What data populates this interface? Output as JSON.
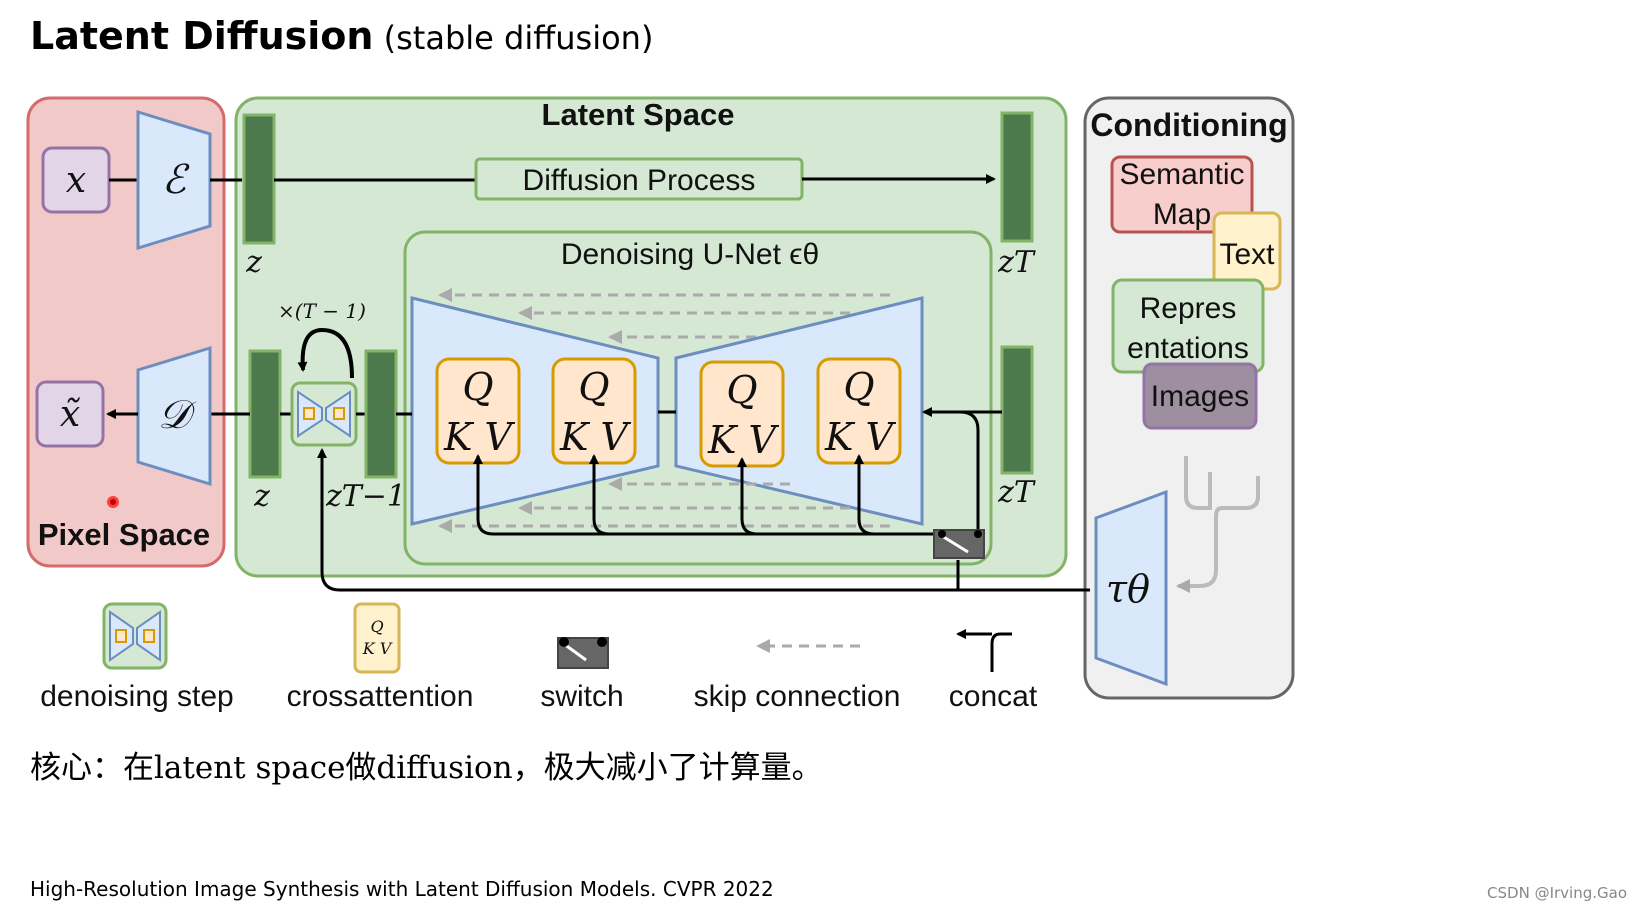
{
  "slide": {
    "title_bold": "Latent Diffusion",
    "title_sub": " (stable diffusion)",
    "note": "核心：在latent space做diffusion，极大减小了计算量。",
    "citation": "High-Resolution Image Synthesis with Latent Diffusion Models.  CVPR 2022",
    "watermark": "CSDN @Irving.Gao"
  },
  "diagram": {
    "pixel_space": "Pixel Space",
    "latent_space": "Latent Space",
    "conditioning": "Conditioning",
    "diffusion_process": "Diffusion Process",
    "unet": "Denoising U-Net ϵθ",
    "x": "x",
    "x_tilde": "x̃",
    "encoder": "ℰ",
    "decoder": "𝒟",
    "z": "z",
    "z_T": "zT",
    "z_T_minus_1": "zT−1",
    "repeat": "×(T − 1)",
    "q": "Q",
    "kv": "K V",
    "tau": "τθ",
    "semantic_map_line1": "Semantic",
    "semantic_map_line2": "Map",
    "text": "Text",
    "representations_line1": "Repres",
    "representations_line2": "entations",
    "images": "Images"
  },
  "legend": {
    "denoising_step": "denoising step",
    "crossattention": "crossattention",
    "switch": "switch",
    "skip_connection": "skip connection",
    "concat": "concat"
  },
  "colors": {
    "pixel_fill": "#f2c9c9",
    "pixel_stroke": "#d46a6a",
    "latent_fill": "#d5e8d4",
    "latent_stroke": "#82b366",
    "cond_fill": "#f0f0f0",
    "cond_stroke": "#666666",
    "coder_fill": "#dae8fc",
    "coder_stroke": "#6c8ebf",
    "latent_bar": "#4d7a4d",
    "qkv_fill": "#ffe6cc",
    "qkv_stroke": "#d79b00"
  }
}
